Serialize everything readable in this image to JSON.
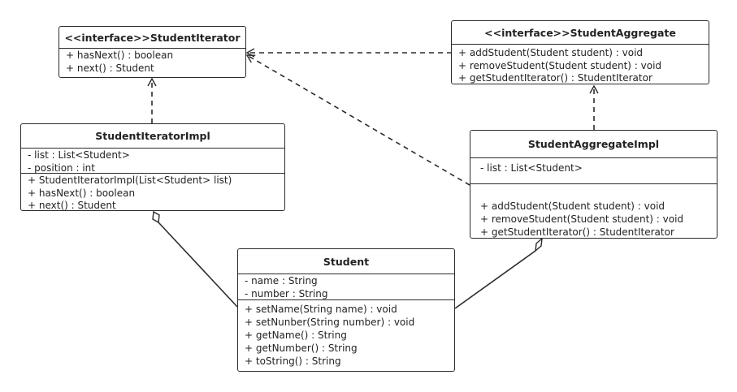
{
  "classes": {
    "student_iterator": {
      "title": "<<interface>>StudentIterator",
      "attributes": [],
      "methods": [
        "+ hasNext()   : boolean",
        "+ next() : Student"
      ]
    },
    "student_aggregate": {
      "title": "<<interface>>StudentAggregate",
      "attributes": [],
      "methods": [
        "+ addStudent(Student student) : void",
        "+ removeStudent(Student student) : void",
        "+ getStudentIterator() : StudentIterator"
      ]
    },
    "student_iterator_impl": {
      "title": "StudentIteratorImpl",
      "attributes": [
        "- list : List<Student>",
        "- position : int"
      ],
      "methods": [
        "+ StudentIteratorImpl(List<Student> list)",
        "+ hasNext()   : boolean",
        "+ next() : Student"
      ]
    },
    "student_aggregate_impl": {
      "title": "StudentAggregateImpl",
      "attributes": [
        "- list : List<Student>"
      ],
      "methods": [
        "+ addStudent(Student student) : void",
        "+ removeStudent(Student student) : void",
        "+ getStudentIterator() : StudentIterator"
      ]
    },
    "student": {
      "title": "Student",
      "attributes": [
        "- name : String",
        "- number : String"
      ],
      "methods": [
        "+ setName(String name) : void",
        "+ setNunber(String number) : void",
        "+ getName() : String",
        "+ getNumber() : String",
        "+ toString() : String"
      ]
    }
  },
  "colors": {
    "line": "#2b2b2b",
    "background": "#ffffff"
  }
}
